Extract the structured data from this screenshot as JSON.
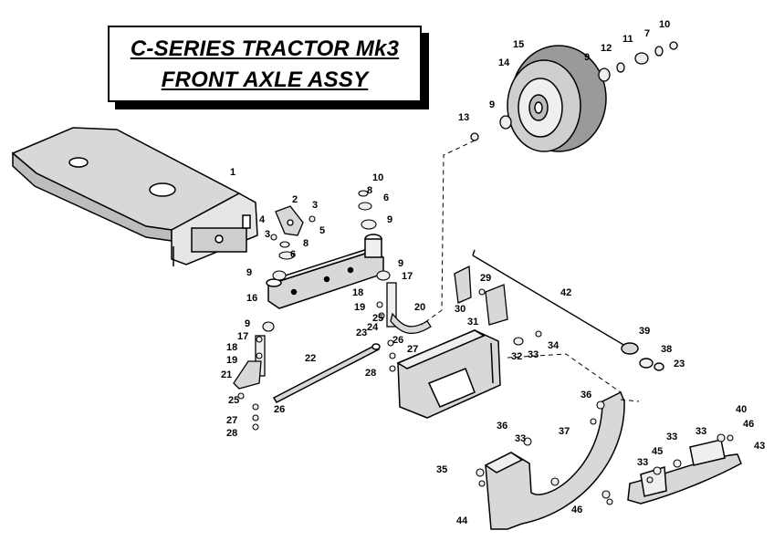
{
  "title": {
    "line1": "C-SERIES TRACTOR Mk3",
    "line2": "FRONT AXLE ASSY"
  },
  "colors": {
    "ink": "#000000",
    "paper": "#ffffff",
    "shade": "#d8d8d8",
    "dark": "#888888"
  },
  "callouts": [
    {
      "text": "1"
    },
    {
      "text": "2"
    },
    {
      "text": "3"
    },
    {
      "text": "3"
    },
    {
      "text": "4"
    },
    {
      "text": "5"
    },
    {
      "text": "6"
    },
    {
      "text": "8"
    },
    {
      "text": "9"
    },
    {
      "text": "16"
    },
    {
      "text": "10"
    },
    {
      "text": "8"
    },
    {
      "text": "6"
    },
    {
      "text": "9"
    },
    {
      "text": "9"
    },
    {
      "text": "17"
    },
    {
      "text": "18"
    },
    {
      "text": "19"
    },
    {
      "text": "20"
    },
    {
      "text": "25"
    },
    {
      "text": "24"
    },
    {
      "text": "26"
    },
    {
      "text": "23"
    },
    {
      "text": "27"
    },
    {
      "text": "28"
    },
    {
      "text": "22"
    },
    {
      "text": "9"
    },
    {
      "text": "17"
    },
    {
      "text": "18"
    },
    {
      "text": "19"
    },
    {
      "text": "21"
    },
    {
      "text": "25"
    },
    {
      "text": "26"
    },
    {
      "text": "27"
    },
    {
      "text": "28"
    },
    {
      "text": "15"
    },
    {
      "text": "14"
    },
    {
      "text": "9"
    },
    {
      "text": "12"
    },
    {
      "text": "11"
    },
    {
      "text": "7"
    },
    {
      "text": "10"
    },
    {
      "text": "13"
    },
    {
      "text": "9"
    },
    {
      "text": "29"
    },
    {
      "text": "30"
    },
    {
      "text": "31"
    },
    {
      "text": "42"
    },
    {
      "text": "39"
    },
    {
      "text": "38"
    },
    {
      "text": "23"
    },
    {
      "text": "33"
    },
    {
      "text": "34"
    },
    {
      "text": "32"
    },
    {
      "text": "36"
    },
    {
      "text": "36"
    },
    {
      "text": "37"
    },
    {
      "text": "35"
    },
    {
      "text": "33"
    },
    {
      "text": "46"
    },
    {
      "text": "44"
    },
    {
      "text": "40"
    },
    {
      "text": "46"
    },
    {
      "text": "33"
    },
    {
      "text": "43"
    },
    {
      "text": "33"
    },
    {
      "text": "45"
    },
    {
      "text": "33"
    }
  ]
}
